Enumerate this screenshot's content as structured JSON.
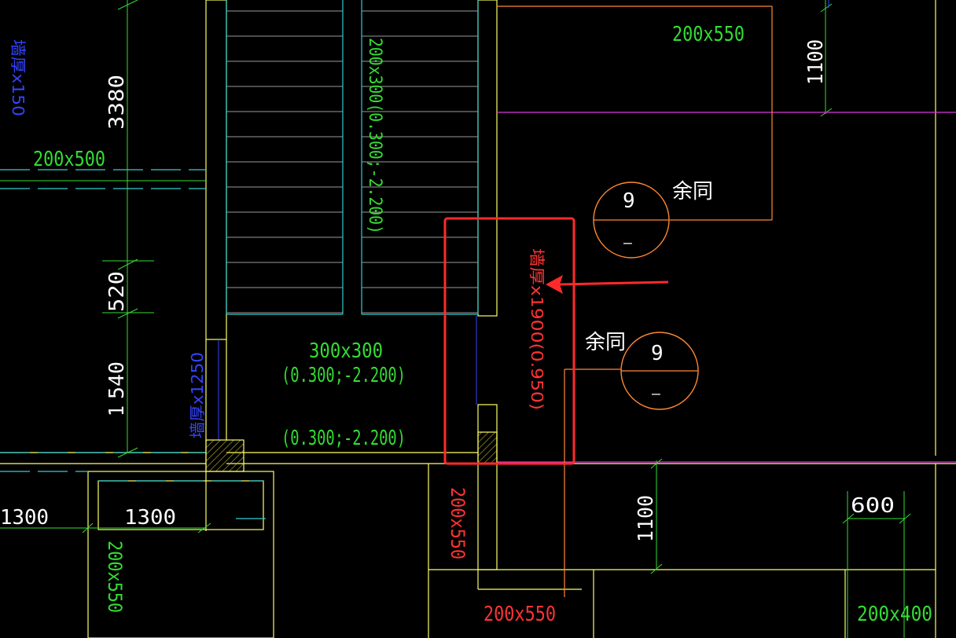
{
  "drawing": {
    "beam_labels": {
      "top_right": "200x550",
      "left_upper": "200x500",
      "stair_beam_vertical": "200x300(0.300;-2.200)",
      "center_section": "300x300",
      "center_elev_1": "(0.300;-2.200)",
      "center_elev_2": "(0.300;-2.200)",
      "red_vertical": "200x550",
      "bottom_center": "200x550",
      "bottom_left_vertical": "200x550",
      "bottom_right": "200x400"
    },
    "dimensions": {
      "top_right_1100": "1100",
      "left_3380": "3380",
      "left_520": "520",
      "left_1540": "540",
      "left_1540_prefix": "1",
      "bottom_1300_a": "1300",
      "bottom_1300_b": "1300",
      "mid_right_1100": "1100",
      "right_600": "600"
    },
    "wall_labels": {
      "blue_wall": "墙厚x1250",
      "red_wall": "墙厚x1900(0.950)",
      "blue_left_edge": "墙厚x150"
    },
    "callouts": [
      {
        "number": "9",
        "sub": "—",
        "note": "余同"
      },
      {
        "number": "9",
        "sub": "—",
        "note": "余同"
      }
    ],
    "highlight_color": "#ff2a2a"
  }
}
